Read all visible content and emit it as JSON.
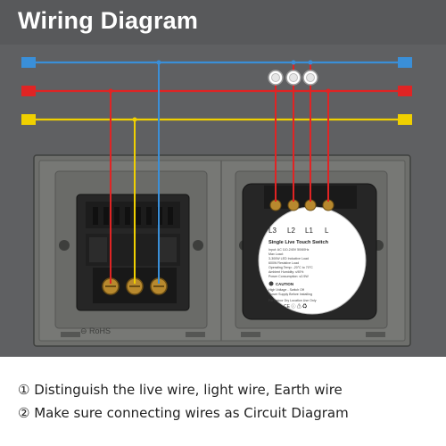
{
  "header": {
    "title": "Wiring Diagram"
  },
  "colors": {
    "blue_wire": "#3a8fd8",
    "red_wire": "#e02424",
    "yellow_wire": "#f0d000",
    "panel": "#6e6f6c",
    "panel_dark": "#4a4b49",
    "background": "#5f6062"
  },
  "socket": {
    "rohs_mark": "⊖ RoHS"
  },
  "switch": {
    "terminals": [
      "L3",
      "L2",
      "L1",
      "L"
    ],
    "product_name": "Single Live Touch Switch",
    "specs": [
      "Input: AC 110-240V 50/60Hz",
      "Max Load:",
      "3-300W LED Inductive Load",
      "600W Resistive Load",
      "Operating Temp: -20°C to 70°C",
      "Ambient Humidity: ≤90%",
      "Power Consumption: ≤0.5W"
    ],
    "caution_title": "CAUTION",
    "caution_lines": [
      "High Voltage - Switch Off",
      "Power Supply Before Installing",
      "For Indoor Dry Location Use Only"
    ],
    "cert_marks": "CE ⓘ ⚠ ♻"
  },
  "notes": [
    "① Distinguish the live wire, light wire, Earth wire",
    "② Make sure connecting wires as Circuit Diagram"
  ]
}
